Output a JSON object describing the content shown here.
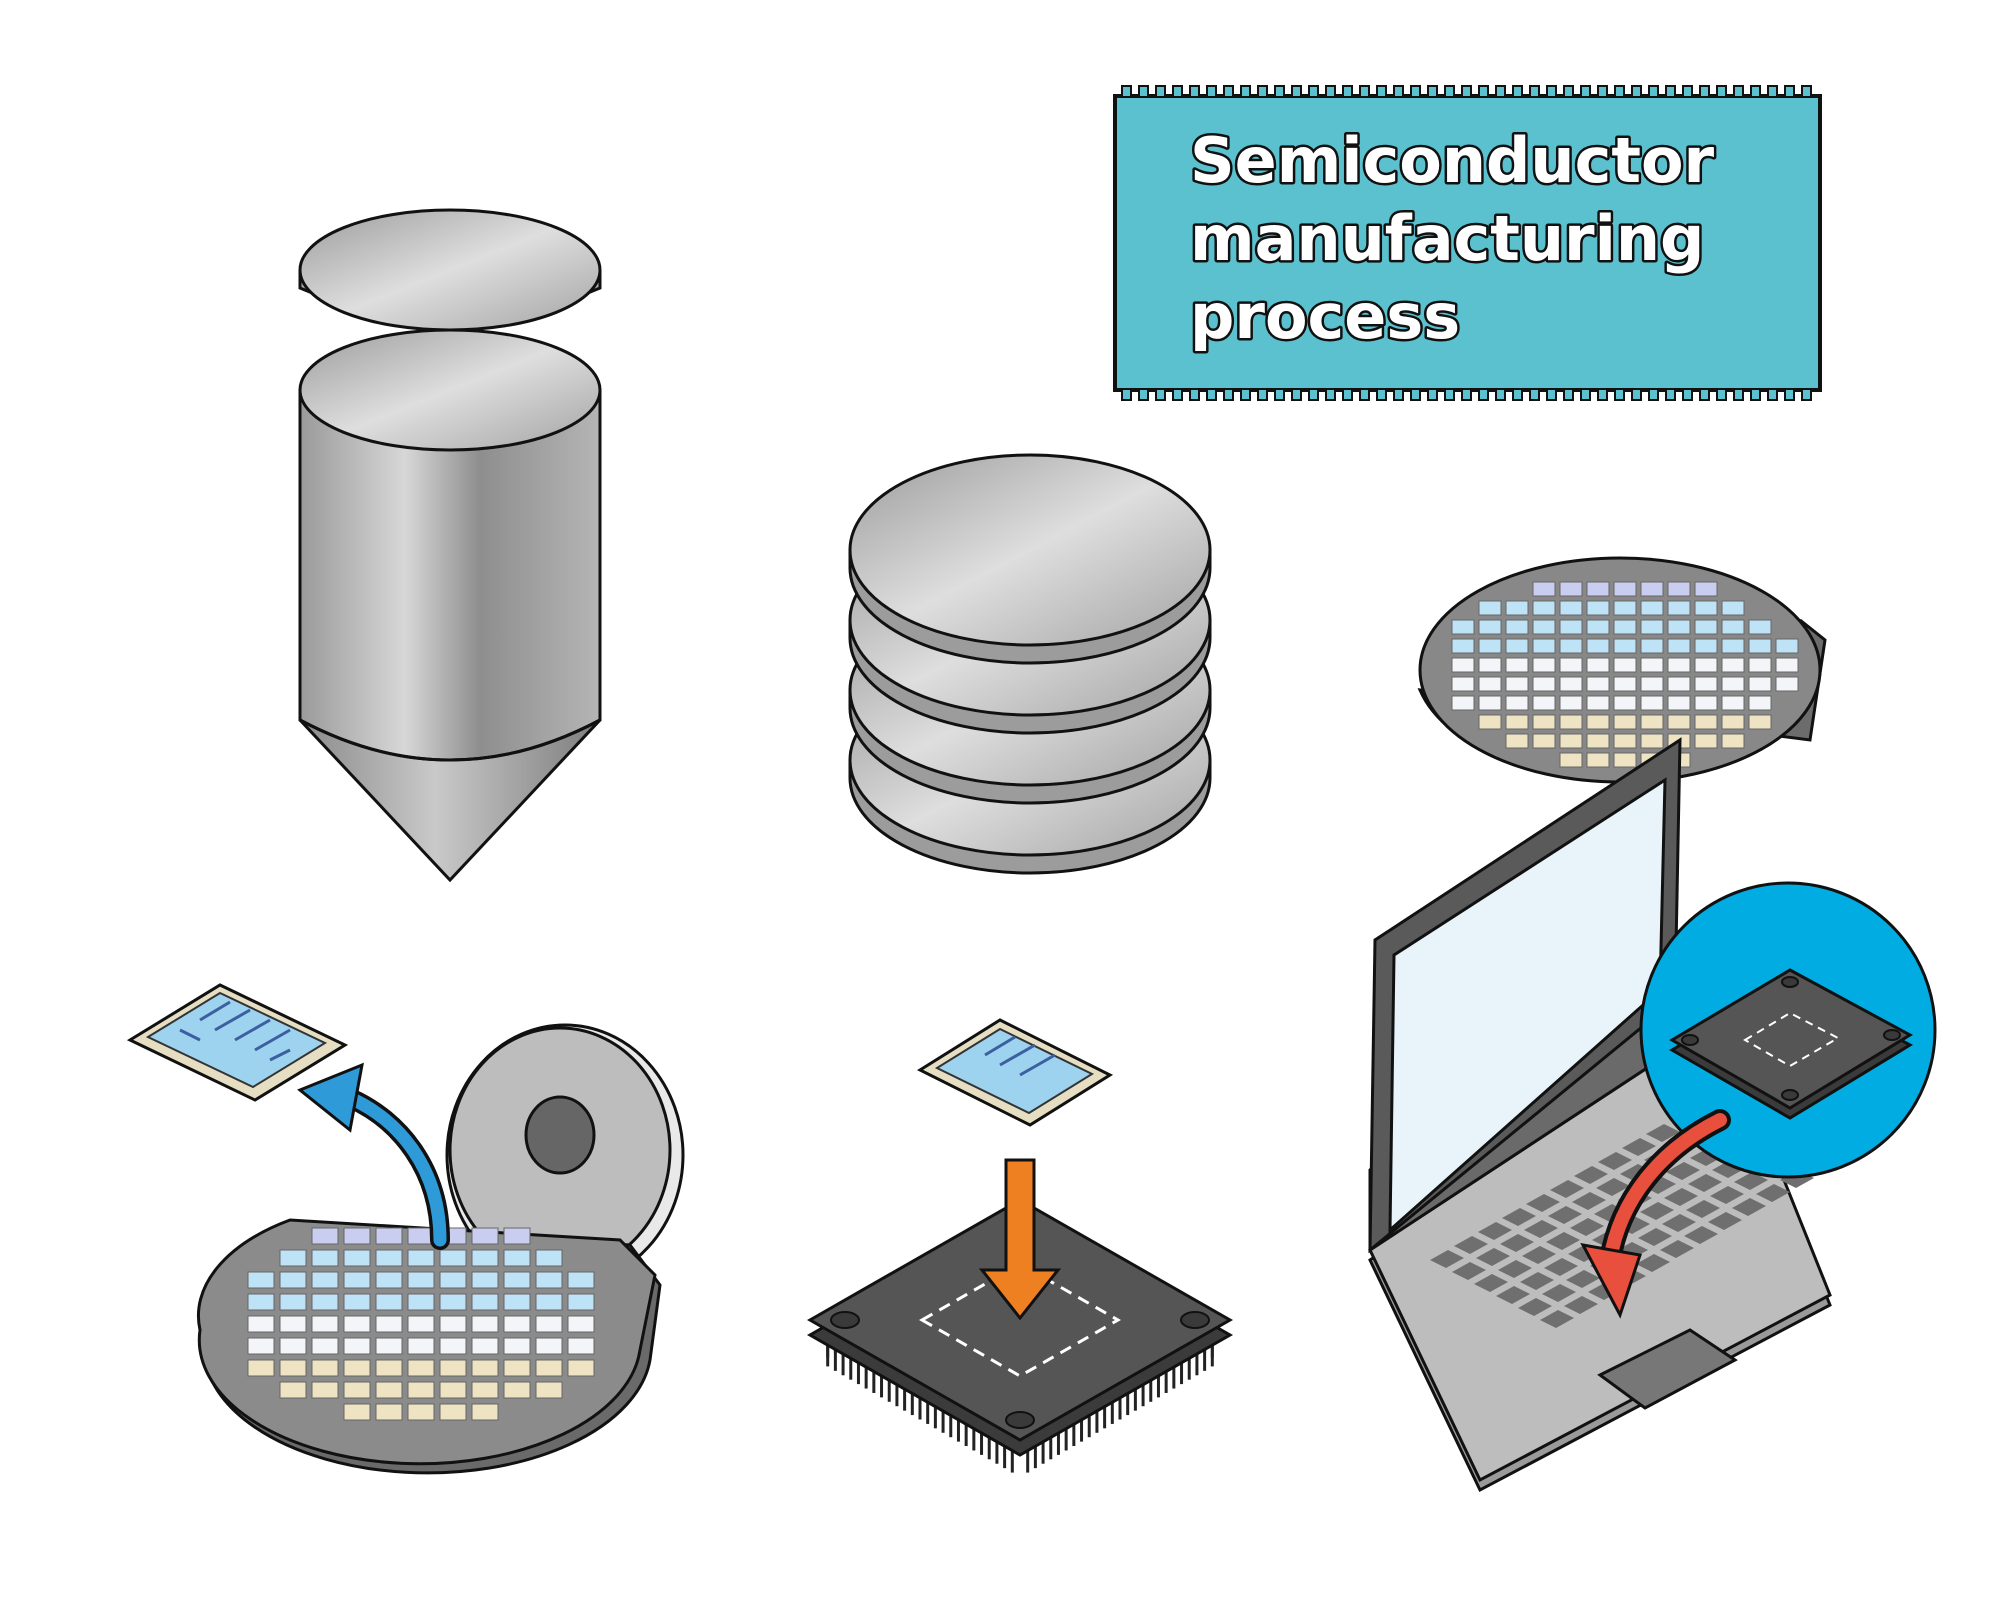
{
  "title": {
    "lines": [
      "Semiconductor",
      "manufacturing",
      "process"
    ]
  },
  "steps": [
    {
      "name": "silicon-ingot"
    },
    {
      "name": "wafer-stack"
    },
    {
      "name": "patterned-wafer"
    },
    {
      "name": "dicing-wafer-into-dies"
    },
    {
      "name": "die-packaging"
    },
    {
      "name": "chip-in-laptop"
    }
  ],
  "colors": {
    "title_bg": "#5bc1cf",
    "metal_light": "#dcdcdc",
    "metal_dark": "#8f8f8f",
    "chip_body": "#4a4a4a",
    "die_blue": "#9ed3ef",
    "arrow_blue": "#2f9ad8",
    "arrow_orange": "#ee8021",
    "arrow_red": "#e84f3d",
    "circle_blue": "#00ace2",
    "laptop_gray": "#b9b9b9",
    "screen": "#e8f3fa"
  }
}
